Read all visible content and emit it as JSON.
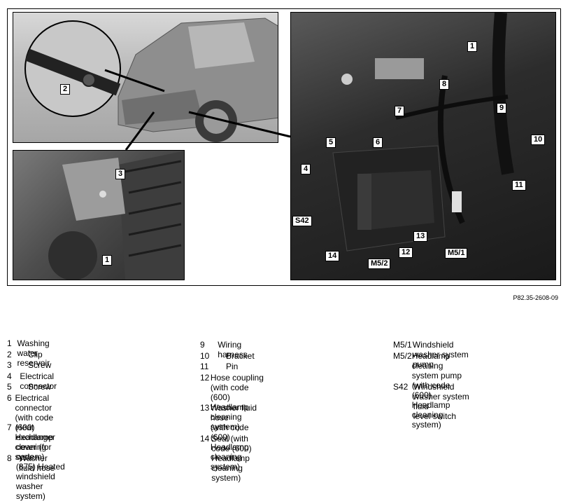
{
  "figure": {
    "code": "P82.35-2608-09",
    "callouts": {
      "c2": "2",
      "c3": "3",
      "c1_lower": "1",
      "c1": "1",
      "c8": "8",
      "c7": "7",
      "c9": "9",
      "c5": "5",
      "c6": "6",
      "c10": "10",
      "c4": "4",
      "c11": "11",
      "s42": "S42",
      "c13": "13",
      "c14": "14",
      "c12": "12",
      "m52": "M5/2",
      "m51": "M5/1"
    }
  },
  "legend": {
    "col1": [
      {
        "num": "1",
        "text": "Washing water reservoir"
      },
      {
        "num": "2",
        "text": "Clip"
      },
      {
        "num": "3",
        "text": "Screw"
      },
      {
        "num": "4",
        "text": "Electrical connector"
      },
      {
        "num": "5",
        "text": "Screw"
      },
      {
        "num": "6",
        "text": "Electrical connector\n(with code (600) Headlamp cleaning\nsystem)"
      },
      {
        "num": "7",
        "text": "Heat exchanger cover (for code\n(875) Heated windshield washer\nsystem)"
      },
      {
        "num": "8",
        "text": "Washer fluid hose"
      }
    ],
    "col2": [
      {
        "num": "9",
        "text": "Wiring harness"
      },
      {
        "num": "10",
        "text": "Bracket"
      },
      {
        "num": "11",
        "text": "Pin"
      },
      {
        "num": "12",
        "text": "Hose coupling\n(with code (600) Headlamp cleaning\nsystem)"
      },
      {
        "num": "13",
        "text": "Washer fluid hose\n(with code (600) Headlamp cleaning\nsystem)"
      },
      {
        "num": "14",
        "text": "Seal (with code (600) Headlamp\ncleaning system)"
      }
    ],
    "col3": [
      {
        "num": "M5/1",
        "text": "Windshield washer system pump"
      },
      {
        "num": "M5/2",
        "text": "Headlamp cleaning system pump\n(with code (600) Headlamp\ncleaning system)"
      },
      {
        "num": "S42",
        "text": "Windshield washer system fluid\nlevel switch"
      }
    ]
  }
}
